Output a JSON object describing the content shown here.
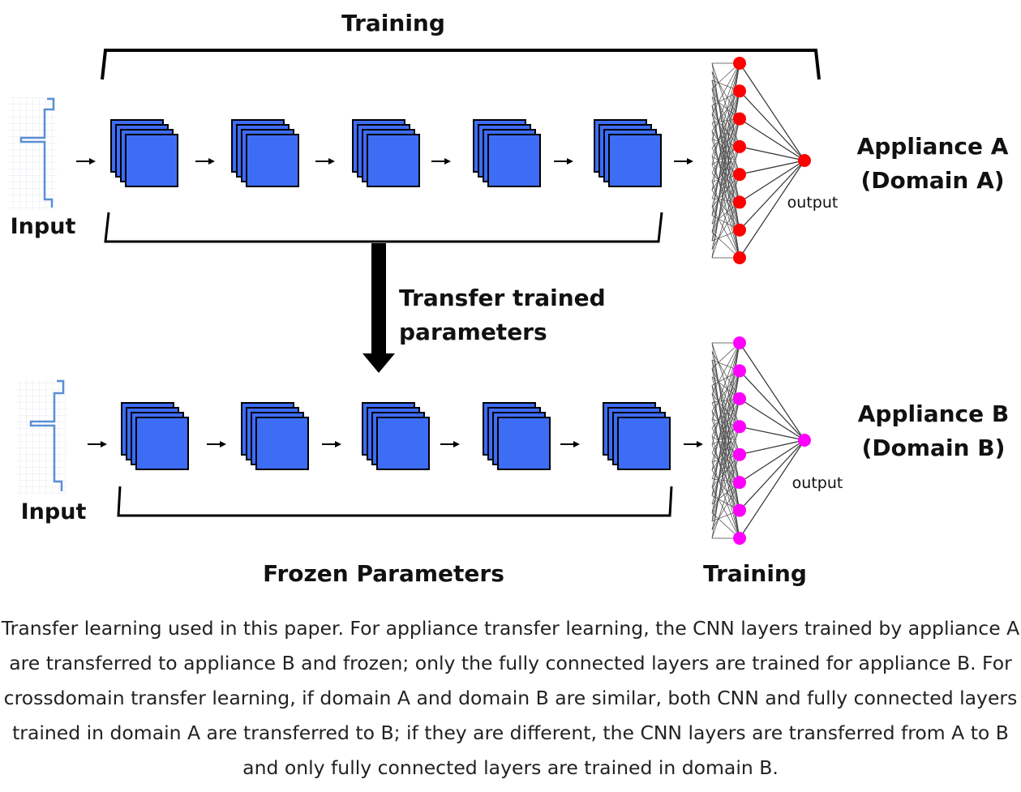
{
  "top_row": {
    "bracket_label": "Training",
    "input_label": "Input",
    "output_label": "output",
    "appliance_label_line1": "Appliance A",
    "appliance_label_line2": "(Domain A)",
    "output_node_color": "#ff0000"
  },
  "transfer_label_line1": "Transfer trained",
  "transfer_label_line2": "parameters",
  "bottom_row": {
    "input_label": "Input",
    "output_label": "output",
    "appliance_label_line1": "Appliance B",
    "appliance_label_line2": "(Domain B)",
    "frozen_label": "Frozen Parameters",
    "training_label": "Training",
    "output_node_color": "#ff00ff"
  },
  "colors": {
    "cnn_block_fill": "#3d6cf5",
    "signal_line": "#5b8fd6",
    "arrow": "#000000"
  },
  "caption": "Transfer learning used in this paper. For appliance transfer learning, the CNN layers trained by appliance A are transferred to appliance B and frozen; only the fully connected layers are trained for appliance B. For crossdomain transfer learning, if domain A and domain B are similar, both CNN and fully connected layers trained in domain A are transferred to B; if they are different, the CNN layers are transferred from A to B and only fully connected layers are trained in domain B."
}
